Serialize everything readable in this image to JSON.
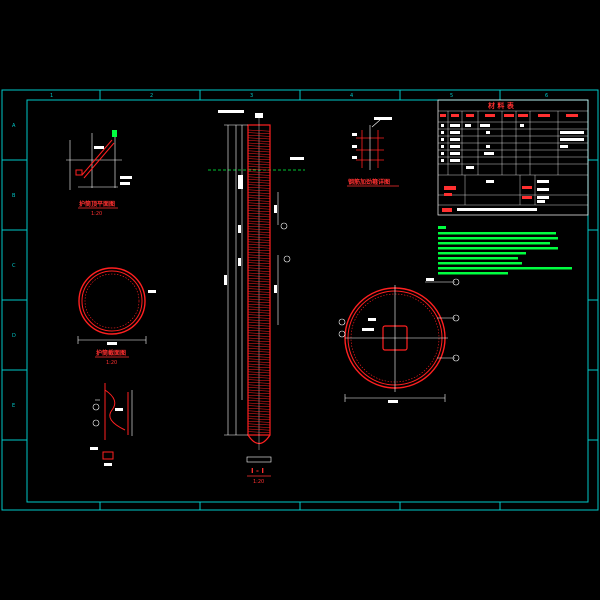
{
  "colors": {
    "background": "#000000",
    "frame": "#00c8c8",
    "drawing": "#ff2020",
    "dimension": "#ffffff",
    "text_title": "#ff3030",
    "text_notes": "#00ff40",
    "table_text": "#ffffff"
  },
  "drawing_titles": {
    "top_left_section": "护筒顶平面图",
    "top_left_scale": "1:20",
    "left_ring": "护筒截面图",
    "left_ring_scale": "1:20",
    "center_section": "I - I",
    "center_scale": "1:20",
    "top_mid_detail": "钢筋加劲箍详图"
  },
  "table": {
    "title": "材 料 表"
  },
  "grid_labels": {
    "top": [
      "1",
      "2",
      "3",
      "4",
      "5",
      "6"
    ],
    "side": [
      "A",
      "B",
      "C",
      "D",
      "E"
    ]
  }
}
